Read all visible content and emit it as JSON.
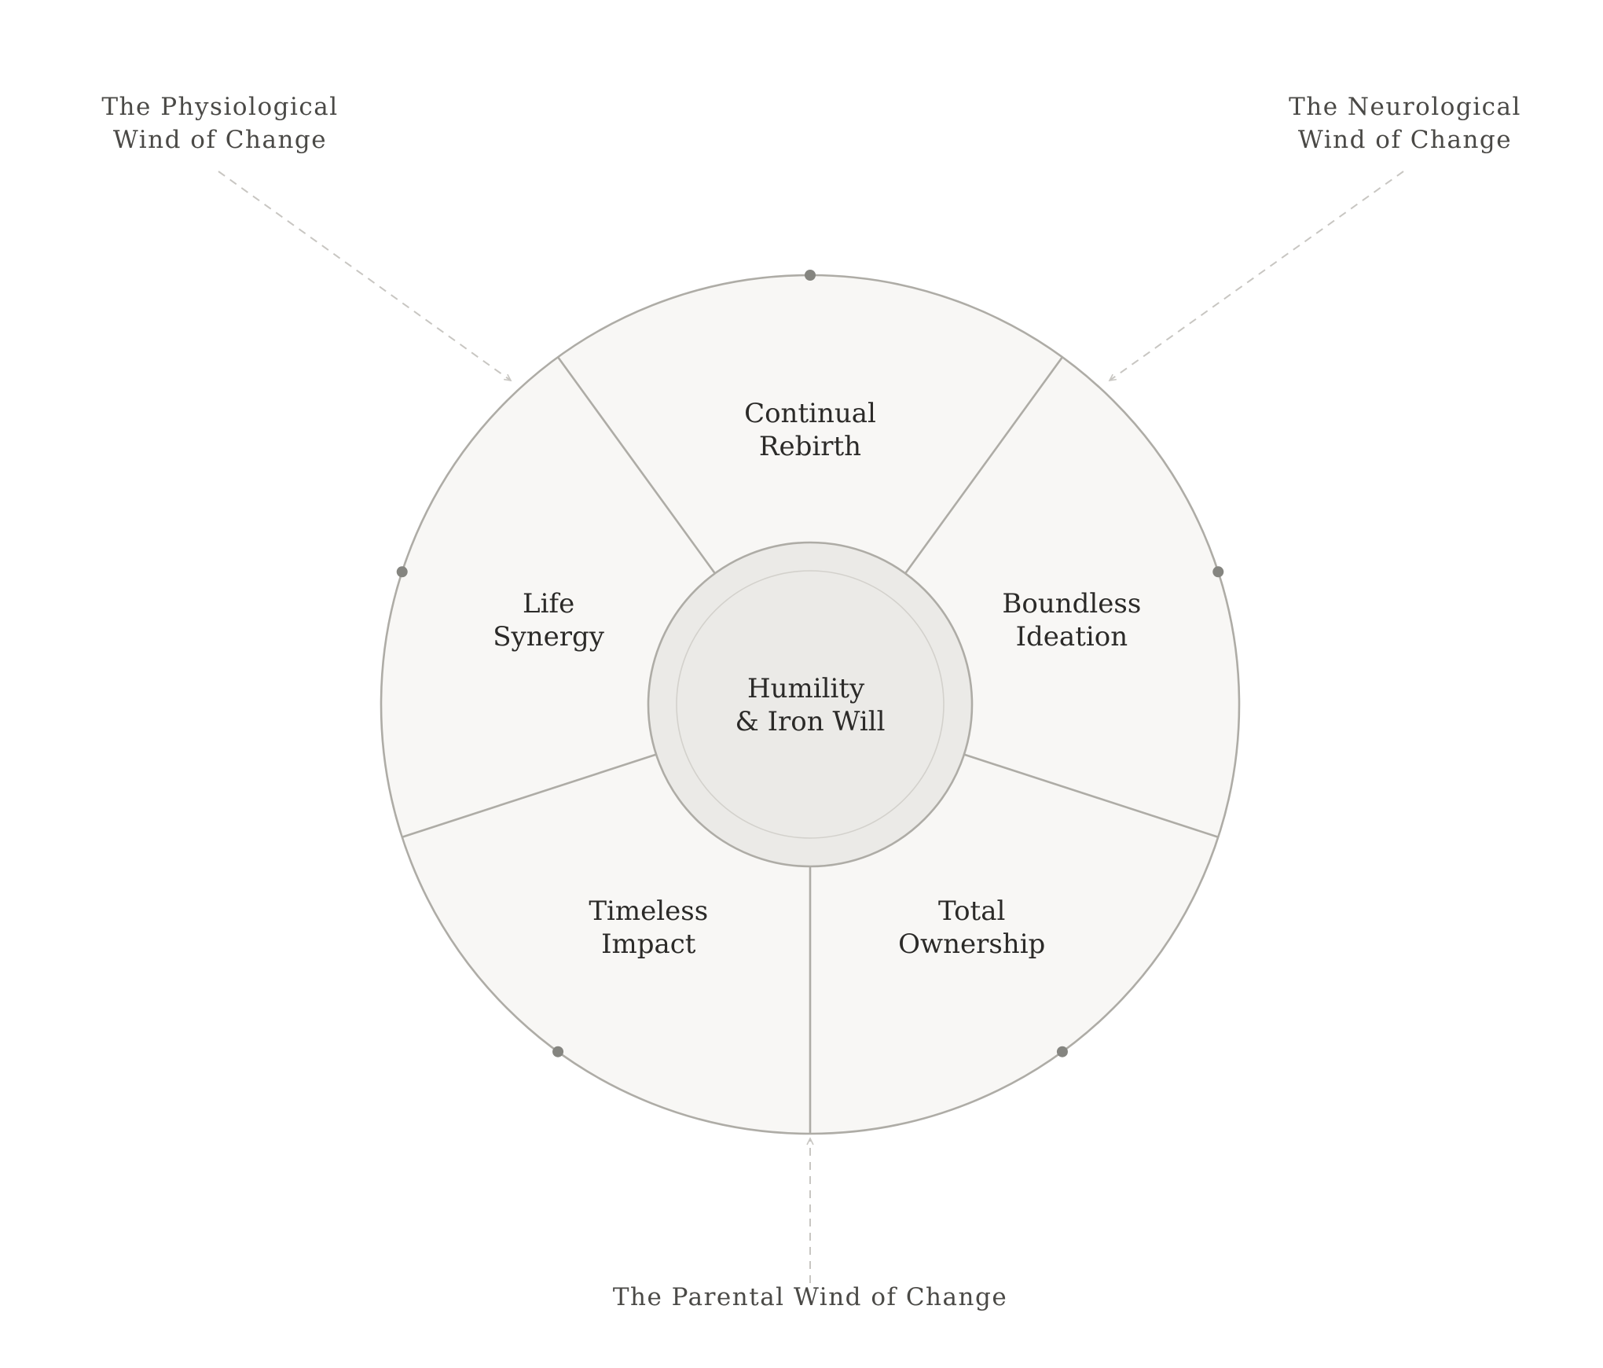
{
  "diagram": {
    "core": {
      "lines": [
        "Humility",
        "& Iron Will"
      ]
    },
    "segments": [
      {
        "lines": [
          "Continual",
          "Rebirth"
        ]
      },
      {
        "lines": [
          "Boundless",
          "Ideation"
        ]
      },
      {
        "lines": [
          "Total",
          "Ownership"
        ]
      },
      {
        "lines": [
          "Timeless",
          "Impact"
        ]
      },
      {
        "lines": [
          "Life",
          "Synergy"
        ]
      }
    ],
    "winds": [
      {
        "lines": [
          "The Physiological",
          "Wind of Change"
        ]
      },
      {
        "lines": [
          "The Neurological",
          "Wind of Change"
        ]
      },
      {
        "lines": [
          "The Parental Wind of Change"
        ]
      }
    ]
  },
  "colors": {
    "segment_fill": "#f8f7f5",
    "outline": "#aeaca6",
    "core_fill": "#ebeae7",
    "core_inner_ring": "#d3d1cc",
    "marker_dot": "#858580",
    "wind_line": "#c8c6c2",
    "text": "#2b2a28",
    "wind_text": "#4a4946"
  }
}
